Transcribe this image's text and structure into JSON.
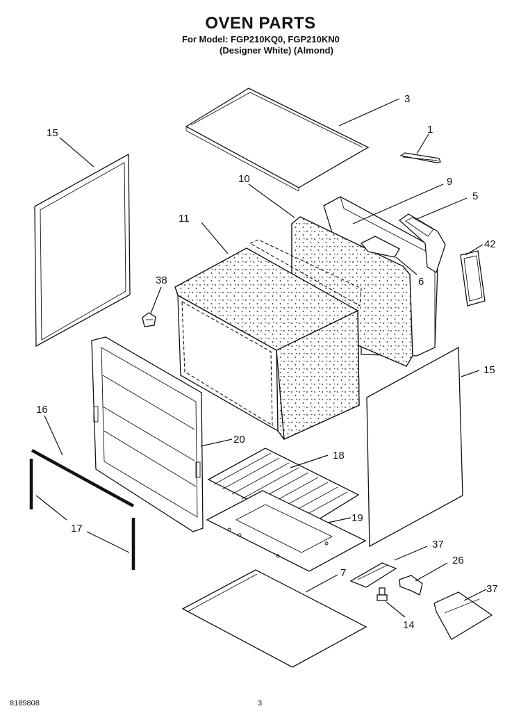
{
  "header": {
    "title": "OVEN PARTS",
    "model_line": "For Model: FGP210KQ0, FGP210KN0",
    "variant_line": "(Designer White) (Almond)"
  },
  "callouts": {
    "p1": "1",
    "p3": "3",
    "p5": "5",
    "p6": "6",
    "p7": "7",
    "p9": "9",
    "p10": "10",
    "p11": "11",
    "p14": "14",
    "p15a": "15",
    "p15b": "15",
    "p16": "16",
    "p17": "17",
    "p18": "18",
    "p19": "19",
    "p20": "20",
    "p26": "26",
    "p37a": "37",
    "p37b": "37",
    "p38": "38",
    "p42": "42"
  },
  "footer": {
    "doc_number": "8189808",
    "page_number": "3"
  }
}
